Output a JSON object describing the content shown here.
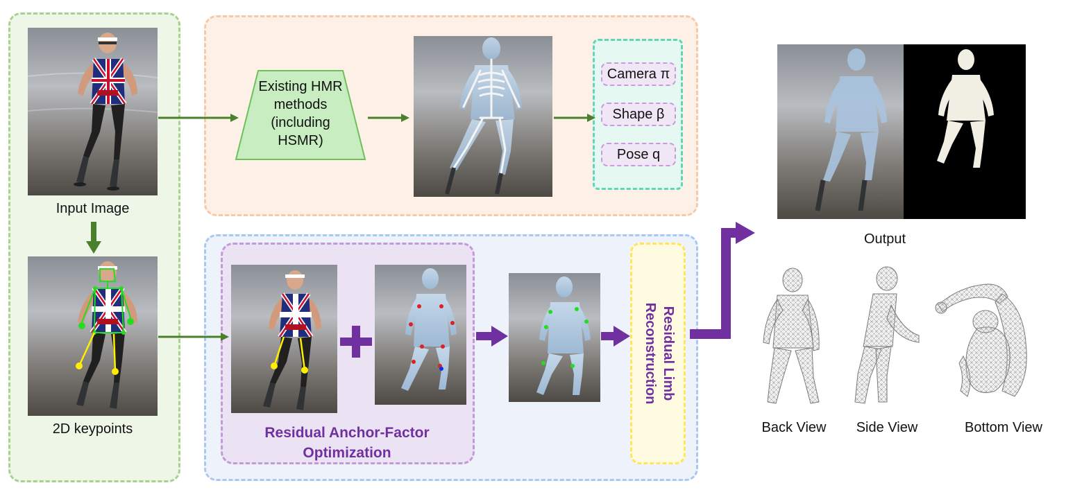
{
  "captions": {
    "input_image": "Input Image",
    "keypoints_2d": "2D keypoints",
    "output": "Output",
    "back_view": "Back View",
    "side_view": "Side View",
    "bottom_view": "Bottom View"
  },
  "hmr_block": {
    "line1": "Existing HMR",
    "line2": "methods",
    "line3": "(including",
    "line4": "HSMR)"
  },
  "params": {
    "camera": "Camera π",
    "shape": "Shape β",
    "pose": "Pose q"
  },
  "optimization": {
    "title_line1": "Residual Anchor-Factor",
    "title_line2": "Optimization"
  },
  "limb_reconstruction": {
    "line1": "Residual Limb",
    "line2": "Reconstruction"
  },
  "colors": {
    "green_arrow": "#4a7f2b",
    "purple_arrow": "#7030a0",
    "input_panel_bg": "#eef6e8",
    "input_panel_border": "#a9d18e",
    "hmr_panel_bg": "#fdf0e6",
    "opt_panel_bg": "#eef3fb",
    "opt_inner_bg": "#ebe2f3",
    "params_bg": "#e6f8f2",
    "params_border": "#5fd6b5",
    "limb_bg": "#fffbe0",
    "limb_border": "#ffe55c"
  }
}
